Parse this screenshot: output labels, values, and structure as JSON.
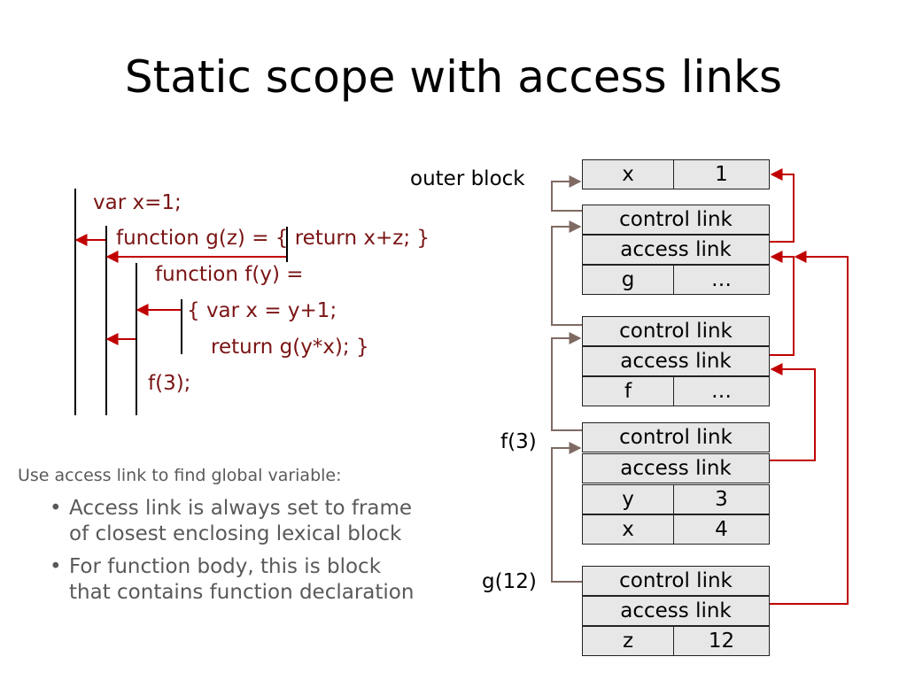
{
  "title": "Static scope with access links",
  "code": {
    "lines": [
      "var x=1;",
      "function g(z) = { return x+z; }",
      "function f(y) =",
      "{ var x = y+1;",
      "return g(y*x); }",
      "f(3);"
    ]
  },
  "notes": {
    "heading": "Use access link to find global variable:",
    "bullets": [
      "Access link is always set to frame\nof closest enclosing lexical block",
      "For function body, this is block\nthat contains function declaration"
    ]
  },
  "labels": {
    "outer_block": "outer block",
    "f_call": "f(3)",
    "g_call": "g(12)"
  },
  "frames": {
    "outer": {
      "var": "x",
      "value": "1"
    },
    "g_decl": {
      "control": "control link",
      "access": "access link",
      "var": "g",
      "value": "…"
    },
    "f_decl": {
      "control": "control link",
      "access": "access link",
      "var": "f",
      "value": "…"
    },
    "f_call": {
      "control": "control link",
      "access": "access link",
      "rows": [
        {
          "var": "y",
          "value": "3"
        },
        {
          "var": "x",
          "value": "4"
        }
      ]
    },
    "g_call": {
      "control": "control link",
      "access": "access link",
      "var": "z",
      "value": "12"
    }
  },
  "colors": {
    "code_text": "#7a1414",
    "access_arrow": "#c00000",
    "control_arrow": "#7f6a63",
    "cell_fill": "#e7e7e7",
    "note_text": "#595959"
  }
}
